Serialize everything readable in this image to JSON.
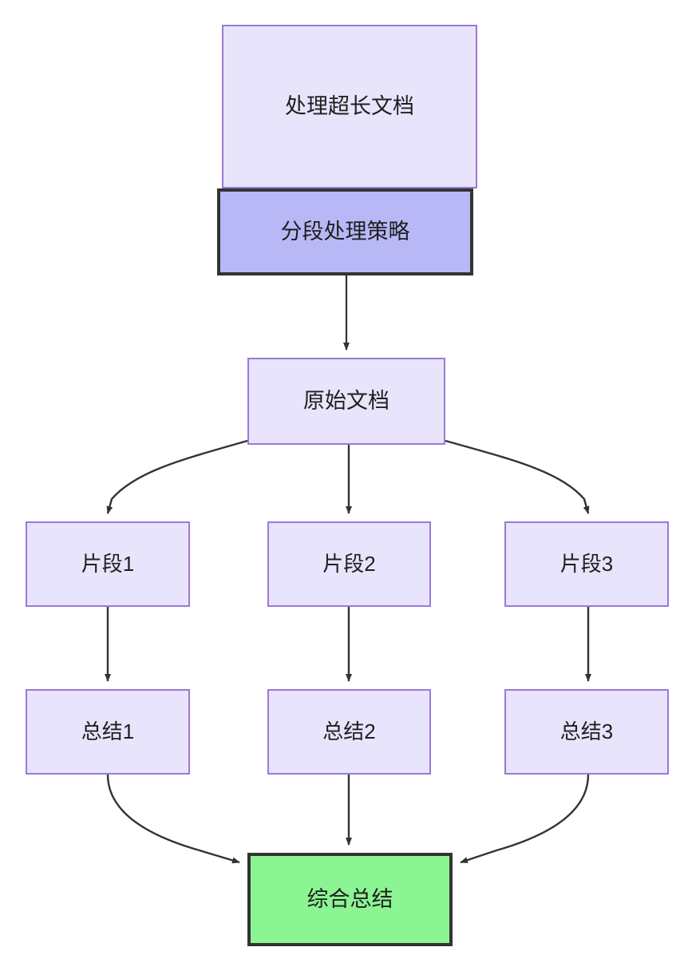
{
  "diagram": {
    "type": "flowchart",
    "direction": "top-to-bottom",
    "background_color": "#ffffff",
    "title_node": "处理超长文档",
    "nodes": [
      {
        "id": "process",
        "label": "处理超长文档",
        "style": "normal",
        "fill": "#e8e4fb",
        "stroke": "#9b78d9"
      },
      {
        "id": "strategy",
        "label": "分段处理策略",
        "style": "highlight",
        "fill": "#b8b8f7",
        "stroke": "#333333"
      },
      {
        "id": "source",
        "label": "原始文档",
        "style": "normal",
        "fill": "#e8e4fb",
        "stroke": "#9b78d9"
      },
      {
        "id": "frag1",
        "label": "片段1",
        "style": "normal",
        "fill": "#e8e4fb",
        "stroke": "#9b78d9"
      },
      {
        "id": "frag2",
        "label": "片段2",
        "style": "normal",
        "fill": "#e8e4fb",
        "stroke": "#9b78d9"
      },
      {
        "id": "frag3",
        "label": "片段3",
        "style": "normal",
        "fill": "#e8e4fb",
        "stroke": "#9b78d9"
      },
      {
        "id": "sum1",
        "label": "总结1",
        "style": "normal",
        "fill": "#e8e4fb",
        "stroke": "#9b78d9"
      },
      {
        "id": "sum2",
        "label": "总结2",
        "style": "normal",
        "fill": "#e8e4fb",
        "stroke": "#9b78d9"
      },
      {
        "id": "sum3",
        "label": "总结3",
        "style": "normal",
        "fill": "#e8e4fb",
        "stroke": "#9b78d9"
      },
      {
        "id": "final",
        "label": "综合总结",
        "style": "result",
        "fill": "#8cf593",
        "stroke": "#333333"
      }
    ],
    "edges": [
      {
        "from": "process",
        "to": "strategy",
        "shape": "straight"
      },
      {
        "from": "strategy",
        "to": "source",
        "shape": "straight"
      },
      {
        "from": "source",
        "to": "frag1",
        "shape": "curve"
      },
      {
        "from": "source",
        "to": "frag2",
        "shape": "straight"
      },
      {
        "from": "source",
        "to": "frag3",
        "shape": "curve"
      },
      {
        "from": "frag1",
        "to": "sum1",
        "shape": "straight"
      },
      {
        "from": "frag2",
        "to": "sum2",
        "shape": "straight"
      },
      {
        "from": "frag3",
        "to": "sum3",
        "shape": "straight"
      },
      {
        "from": "sum1",
        "to": "final",
        "shape": "curve"
      },
      {
        "from": "sum2",
        "to": "final",
        "shape": "straight"
      },
      {
        "from": "sum3",
        "to": "final",
        "shape": "curve"
      }
    ],
    "edge_color": "#333333"
  }
}
